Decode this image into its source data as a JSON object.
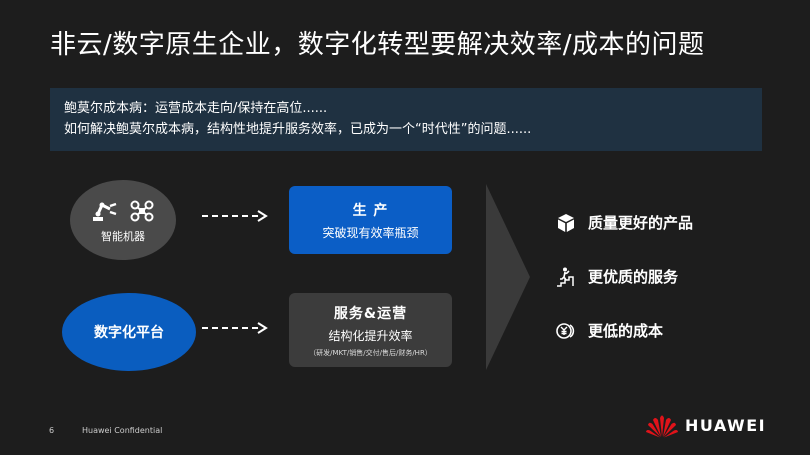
{
  "slide": {
    "title": "非云/数字原生企业，数字化转型要解决效率/成本的问题"
  },
  "intro": {
    "line1": "鲍莫尔成本病：运营成本走向/保持在高位......",
    "line2": "如何解决鲍莫尔成本病，结构性地提升服务效率，已成为一个“时代性”的问题......"
  },
  "drivers": {
    "robots": {
      "label": "智能机器",
      "icons": [
        "robot-arm-icon",
        "drone-icon"
      ]
    },
    "platform": {
      "label": "数字化平台"
    }
  },
  "targets": {
    "production": {
      "title": "生  产",
      "subtitle": "突破现有效率瓶颈"
    },
    "services": {
      "title": "服务&运营",
      "subtitle": "结构化提升效率",
      "note": "（研发/MKT/销售/交付/售后/财务/HR）"
    }
  },
  "results": [
    {
      "label": "质量更好的产品",
      "icon": "cube-icon"
    },
    {
      "label": "更优质的服务",
      "icon": "stairs-climber-icon"
    },
    {
      "label": "更低的成本",
      "icon": "cost-coin-icon"
    }
  ],
  "footer": {
    "page_number": "6",
    "confidentiality": "Huawei Confidential",
    "brand": "HUAWEI"
  },
  "colors": {
    "background": "#1d1d1d",
    "intro_box": "#1f3141",
    "blue": "#0b5ec6",
    "gray_card": "#3c3c3c",
    "logo_red": "#e0131a"
  }
}
